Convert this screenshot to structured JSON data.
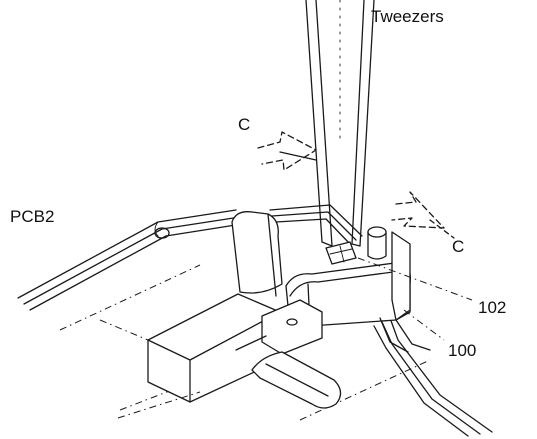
{
  "labels": {
    "tweezers": "Tweezers",
    "pcb": "PCB2",
    "arrow_upper": "C",
    "arrow_lower": "C",
    "part_102": "102",
    "part_100": "100"
  },
  "colors": {
    "ink": "#1a1a1a",
    "paper": "#ffffff"
  }
}
